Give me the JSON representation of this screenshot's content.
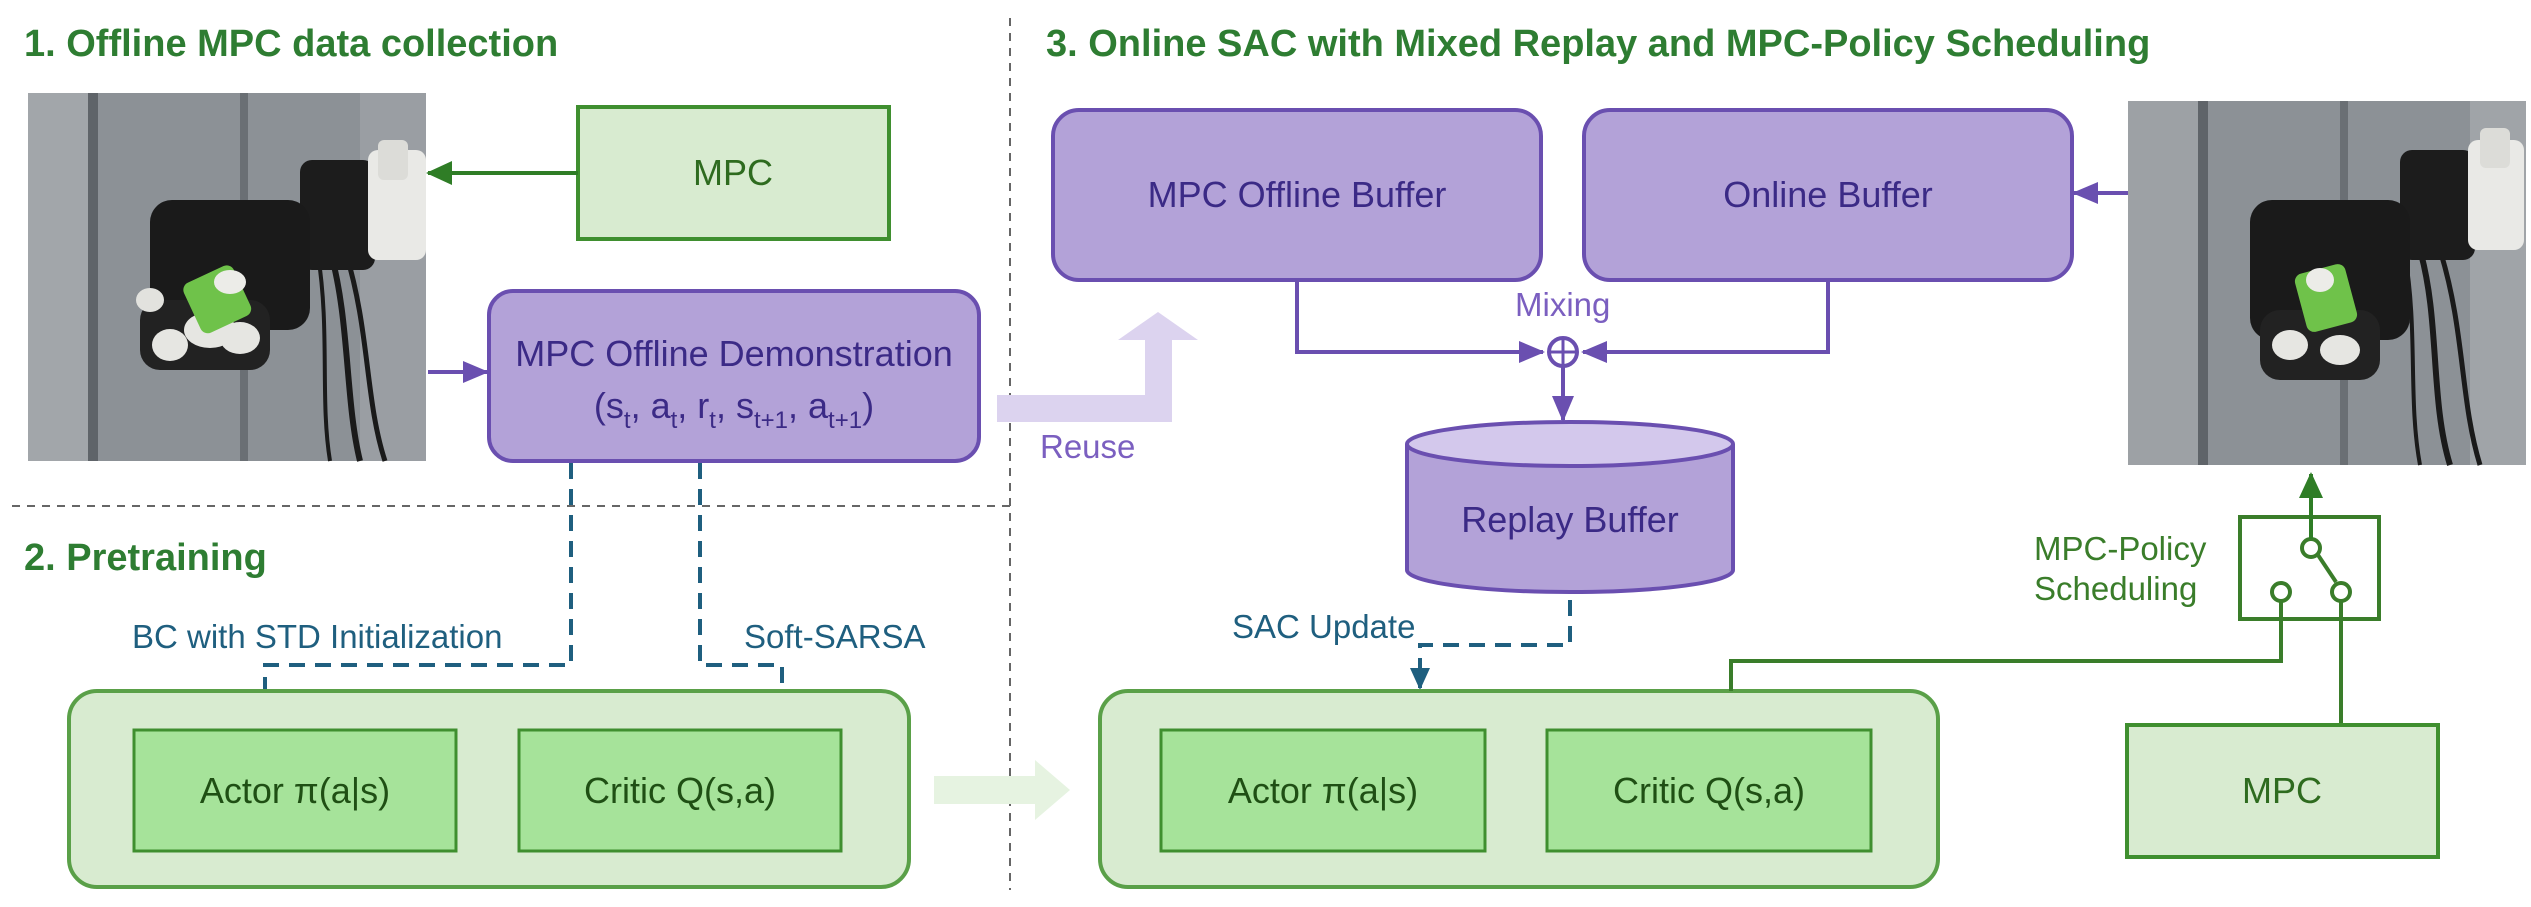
{
  "sections": {
    "offline_title": "1. Offline MPC data collection",
    "pretraining_title": "2. Pretraining",
    "online_title": "3. Online SAC with Mixed Replay and MPC-Policy Scheduling"
  },
  "offline": {
    "mpc_label": "MPC",
    "demo_title": "MPC Offline Demonstration",
    "demo_tuple": {
      "open": "(s",
      "s_sub": "t",
      "a": ", a",
      "a_sub": "t",
      "r": ", r",
      "r_sub": "t",
      "s2": ", s",
      "s2_sub": "t+1",
      "a2": ", a",
      "a2_sub": "t+1",
      "close": ")"
    },
    "reuse_label": "Reuse"
  },
  "pretraining": {
    "bc_label": "BC with STD Initialization",
    "sarsa_label": "Soft-SARSA",
    "actor_label": "Actor π(a|s)",
    "critic_label": "Critic Q(s,a)"
  },
  "online": {
    "offline_buffer_label": "MPC Offline Buffer",
    "online_buffer_label": "Online Buffer",
    "mixing_label": "Mixing",
    "replay_buffer_label": "Replay Buffer",
    "sac_update_label": "SAC Update",
    "actor_label": "Actor π(a|s)",
    "critic_label": "Critic Q(s,a)",
    "scheduling_line1": "MPC-Policy",
    "scheduling_line2": "Scheduling",
    "mpc_label": "MPC"
  },
  "colors": {
    "green_heading": "#2e7d32",
    "purple_box": "#b3a2d8",
    "purple_border": "#6a4fb0",
    "green_box_light": "#d8ebd0",
    "green_box_mid": "#a6e39a",
    "green_border": "#3f8f2f",
    "blue_dash": "#1f5f7f"
  }
}
